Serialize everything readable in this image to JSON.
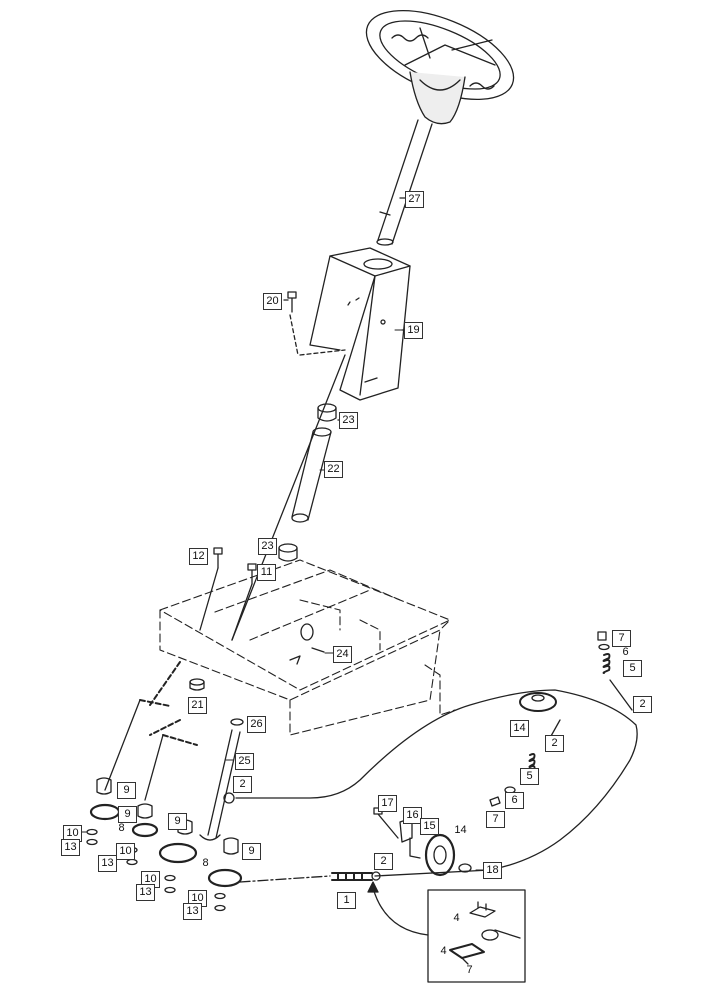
{
  "diagram": {
    "callouts": {
      "c1": "1",
      "c2a": "2",
      "c2b": "2",
      "c2c": "2",
      "c2d": "2",
      "c4a": "4",
      "c4b": "4",
      "c5a": "5",
      "c5b": "5",
      "c6a": "6",
      "c6b": "6",
      "c7a": "7",
      "c7b": "7",
      "c8a": "8",
      "c8b": "8",
      "c9a": "9",
      "c9b": "9",
      "c9c": "9",
      "c9d": "9",
      "c10a": "10",
      "c10b": "10",
      "c10c": "10",
      "c11": "11",
      "c12": "12",
      "c13a": "13",
      "c13b": "13",
      "c13c": "13",
      "c13d": "13",
      "c14a": "14",
      "c14b": "14",
      "c15": "15",
      "c16": "16",
      "c17": "17",
      "c18": "18",
      "c19": "19",
      "c20": "20",
      "c21": "21",
      "c22": "22",
      "c23a": "23",
      "c23b": "23",
      "c24": "24",
      "c25": "25",
      "c26": "26",
      "c27": "27",
      "c7inset": "7"
    }
  }
}
